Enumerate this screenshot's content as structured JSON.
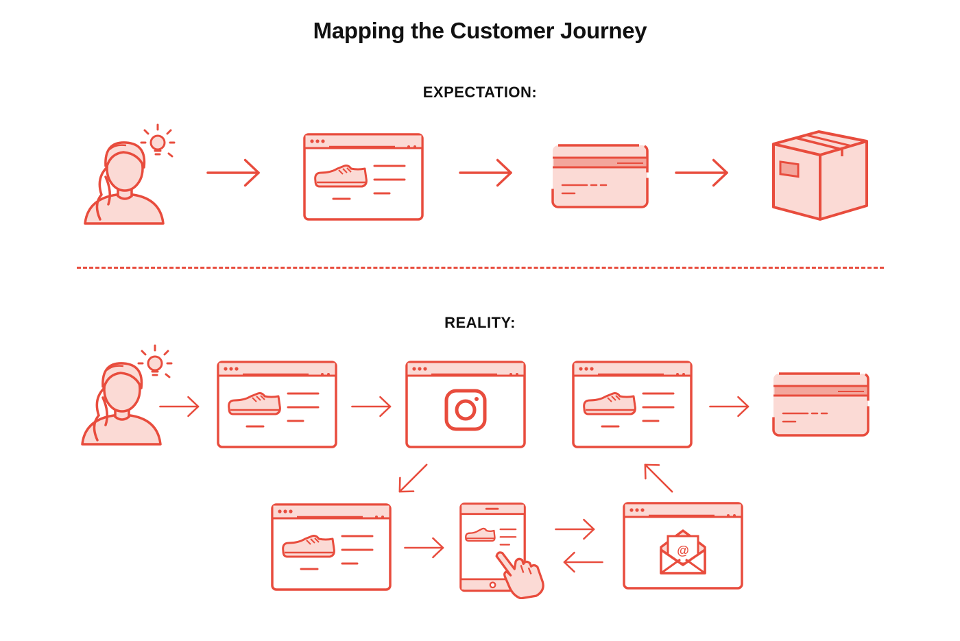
{
  "title": "Mapping the Customer Journey",
  "sections": {
    "expectation_label": "EXPECTATION:",
    "reality_label": "REALITY:"
  },
  "colors": {
    "accent": "#e84c3d",
    "fill": "#fbdad5",
    "text": "#111111"
  },
  "icons": {
    "customer": "customer-with-idea-icon",
    "browser_product": "browser-sneaker-product-icon",
    "browser_social": "browser-instagram-icon",
    "browser_email": "browser-email-icon",
    "tablet": "tablet-tap-icon",
    "card": "credit-card-icon",
    "box": "delivery-box-icon",
    "arrow": "arrow-icon"
  }
}
